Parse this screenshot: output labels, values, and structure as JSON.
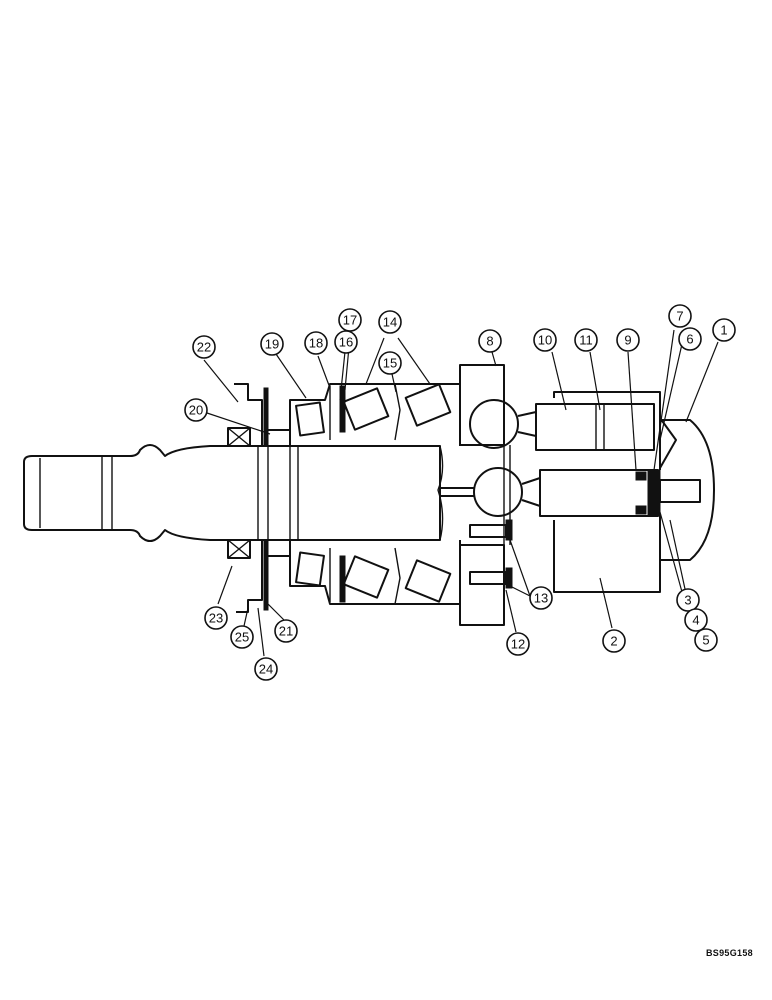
{
  "figure_code": "BS95G158",
  "callouts": [
    {
      "label": "1"
    },
    {
      "label": "2"
    },
    {
      "label": "3"
    },
    {
      "label": "4"
    },
    {
      "label": "5"
    },
    {
      "label": "6"
    },
    {
      "label": "7"
    },
    {
      "label": "8"
    },
    {
      "label": "9"
    },
    {
      "label": "10"
    },
    {
      "label": "11"
    },
    {
      "label": "12"
    },
    {
      "label": "13"
    },
    {
      "label": "14"
    },
    {
      "label": "15"
    },
    {
      "label": "16"
    },
    {
      "label": "17"
    },
    {
      "label": "18"
    },
    {
      "label": "19"
    },
    {
      "label": "20"
    },
    {
      "label": "21"
    },
    {
      "label": "22"
    },
    {
      "label": "23"
    },
    {
      "label": "24"
    },
    {
      "label": "25"
    }
  ]
}
